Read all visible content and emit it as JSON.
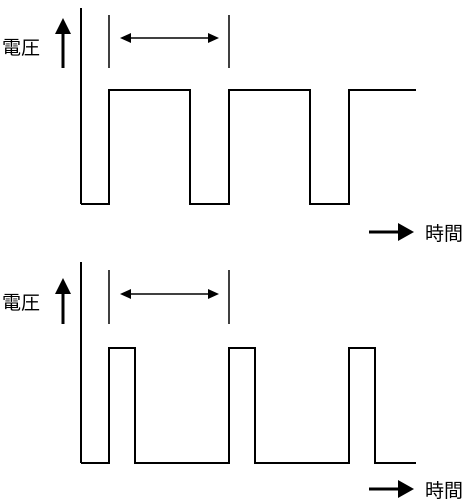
{
  "panels": [
    {
      "id": "top",
      "y_label": "電圧",
      "x_label": "時間",
      "waveform": "square",
      "duty_cycle": 0.68,
      "pulse_count": 3
    },
    {
      "id": "bottom",
      "y_label": "電圧",
      "x_label": "時間",
      "waveform": "pulse",
      "duty_cycle": 0.22,
      "pulse_count": 3
    }
  ],
  "colors": {
    "line": "#000000",
    "background": "#ffffff"
  }
}
